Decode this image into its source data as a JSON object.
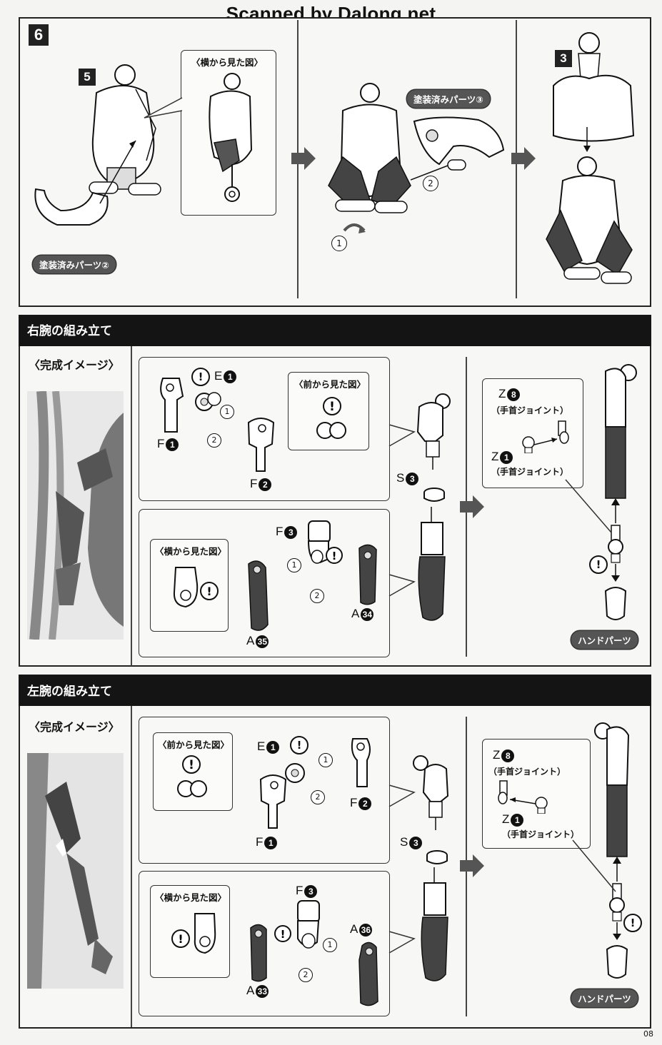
{
  "watermark": "Scanned by Dalong.net",
  "step6": {
    "step_number": "6",
    "sub_step_5": "5",
    "sub_step_3": "3",
    "callout_side_view": "〈横から見た図〉",
    "painted_part_2": "塗装済みパーツ②",
    "painted_part_3": "塗装済みパーツ③",
    "marker_1": "1",
    "marker_2": "2"
  },
  "right_arm": {
    "title": "右腕の組み立て",
    "finished_image": "〈完成イメージ〉",
    "front_view": "〈前から見た図〉",
    "side_view": "〈横から見た図〉",
    "labels": {
      "e": "E",
      "e_num": "1",
      "f1": "F",
      "f1_num": "1",
      "f2": "F",
      "f2_num": "2",
      "f3": "F",
      "f3_num": "3",
      "s": "S",
      "s_num": "3",
      "a34": "A",
      "a34_num": "34",
      "a35": "A",
      "a35_num": "35",
      "z8": "Z",
      "z8_num": "8",
      "z1": "Z",
      "z1_num": "1"
    },
    "wrist_joint_1": "（手首ジョイント）",
    "wrist_joint_2": "（手首ジョイント）",
    "hand_parts": "ハンドパーツ",
    "marker_1": "1",
    "marker_2": "2"
  },
  "left_arm": {
    "title": "左腕の組み立て",
    "finished_image": "〈完成イメージ〉",
    "front_view": "〈前から見た図〉",
    "side_view": "〈横から見た図〉",
    "labels": {
      "e": "E",
      "e_num": "1",
      "f1": "F",
      "f1_num": "1",
      "f2": "F",
      "f2_num": "2",
      "f3": "F",
      "f3_num": "3",
      "s": "S",
      "s_num": "3",
      "a33": "A",
      "a33_num": "33",
      "a36": "A",
      "a36_num": "36",
      "z8": "Z",
      "z8_num": "8",
      "z1": "Z",
      "z1_num": "1"
    },
    "wrist_joint_1": "（手首ジョイント）",
    "wrist_joint_2": "（手首ジョイント）",
    "hand_parts": "ハンドパーツ",
    "marker_1": "1",
    "marker_2": "2"
  },
  "attention_mark": "!",
  "page_number": "08"
}
